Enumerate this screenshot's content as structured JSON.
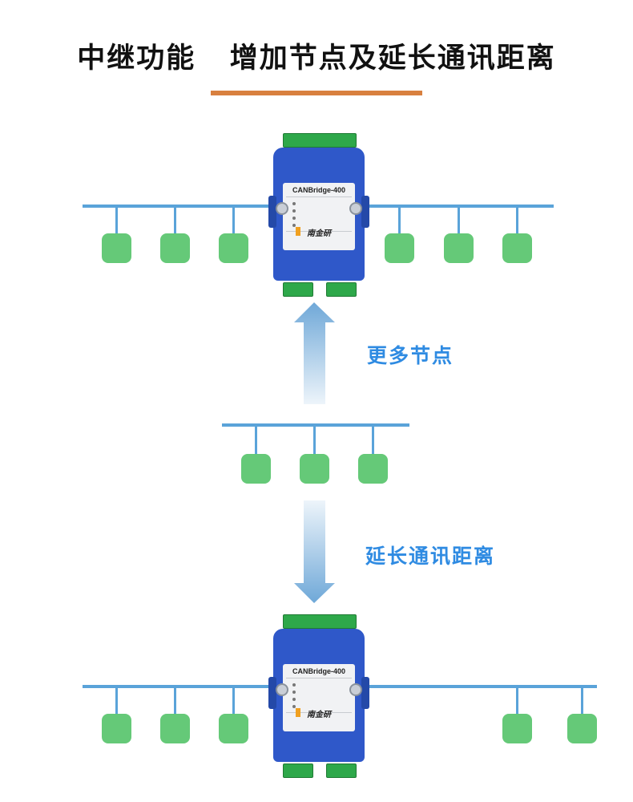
{
  "title": "中继功能   增加节点及延长通讯距离",
  "colors": {
    "bus": "#5aa3d9",
    "node": "#65c978",
    "device": "#2f58c9",
    "accent": "#d8803f",
    "caption": "#2f8be2",
    "arrow": "#6fa8d8"
  },
  "captions": {
    "more_nodes": "更多节点",
    "extend_distance": "延长通讯距离"
  },
  "device": {
    "name": "CANBridge-400",
    "brand": "南金研"
  },
  "diagram": {
    "top_network": {
      "left_nodes": 3,
      "right_nodes": 3
    },
    "middle_network": {
      "nodes": 3
    },
    "bottom_network": {
      "left_nodes": 3,
      "right_nodes": 2
    }
  }
}
